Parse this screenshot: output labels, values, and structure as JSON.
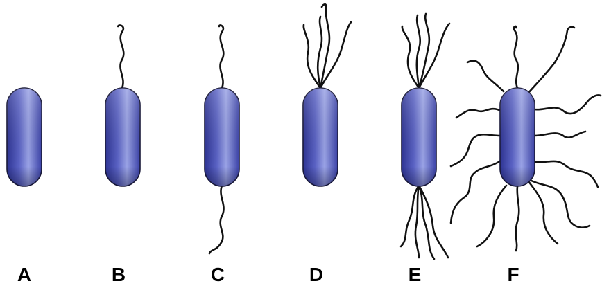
{
  "diagram": {
    "colors": {
      "cell_light": "#9aa3e6",
      "cell_mid": "#5a62c4",
      "cell_dark": "#2e3494",
      "outline": "#1a1a3a",
      "flagellum": "#111111"
    },
    "panels": [
      {
        "label": "A",
        "arrangement": "none"
      },
      {
        "label": "B",
        "arrangement": "monotrichous"
      },
      {
        "label": "C",
        "arrangement": "amphitrichous"
      },
      {
        "label": "D",
        "arrangement": "lophotrichous"
      },
      {
        "label": "E",
        "arrangement": "amphilophotrichous"
      },
      {
        "label": "F",
        "arrangement": "peritrichous"
      }
    ]
  }
}
